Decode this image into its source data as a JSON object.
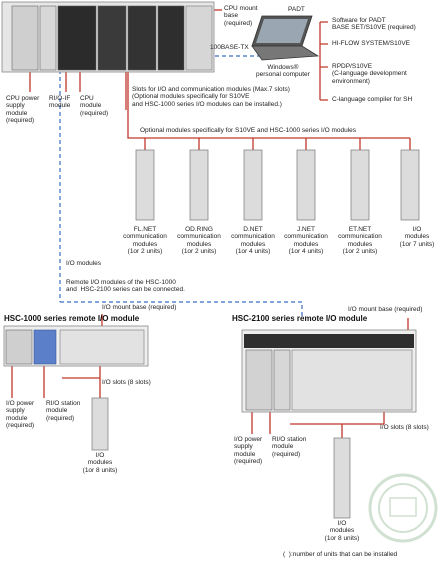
{
  "colors": {
    "accent": "#c0392b",
    "dashed": "#3a6fc4",
    "module_body": "#dcdcdc",
    "module_dark": "#2b2b2b",
    "rack_blue": "#5b7fc8",
    "label_text": "#222222"
  },
  "top": {
    "cpu_mount_base": "CPU mount\nbase\n(required)",
    "padt_title": "PADT",
    "pc_label": "Windows®\npersonal computer",
    "ethernet_label": "100BASE-TX",
    "software": [
      "Software for PADT\nBASE SET/S10VE (required)",
      "HI-FLOW SYSTEM/S10VE",
      "RPDP/S10VE\n(C-language development\nenvironment)",
      "C-language compiler for SH"
    ],
    "cpu_power": "CPU power\nsupply\nmodule\n(required)",
    "rio_if": "RI/O-IF\nmodule",
    "cpu_module": "CPU\nmodule\n(required)",
    "slots_note": "Slots for I/O and communication modules (Max.7 slots)\n(Optional modules specifically for S10VE\nand HSC-1000 series I/O modules can be installed.)",
    "optional_note": "Optional modules specifically for S10VE and HSC-1000 series I/O modules"
  },
  "optional_modules": [
    {
      "label": "FL.NET\ncommunication\nmodules\n(1or 2 units)"
    },
    {
      "label": "OD.RING\ncommunication\nmodules\n(1or 2 units)"
    },
    {
      "label": "D.NET\ncommunication\nmodules\n(1or 4 units)"
    },
    {
      "label": "J.NET\ncommunication\nmodules\n(1or 4 units)"
    },
    {
      "label": "ET.NET\ncommunication\nmodules\n(1or 2 units)"
    },
    {
      "label": "I/O\nmodules\n(1or 7 units)"
    }
  ],
  "middle": {
    "io_modules": "I/O modules",
    "remote_note": "Remote I/O modules of the HSC-1000\nand  HSC-2100 series can be connected."
  },
  "hsc1000": {
    "title": "HSC-1000 series remote I/O module",
    "mount_base": "I/O mount base (required)",
    "power": "I/O power\nsupply\nmodule\n(required)",
    "station": "RI/O station\nmodule\n(required)",
    "slots": "I/O slots (8 slots)",
    "io": "I/O\nmodules\n(1or 8 units)"
  },
  "hsc2100": {
    "title": "HSC-2100 series remote I/O module",
    "mount_base": "I/O mount base (required)",
    "power": "I/O power\nsupply\nmodule\n(required)",
    "station": "RI/O station\nmodule\n(required)",
    "slots": "I/O slots (8 slots)",
    "io": "I/O\nmodules\n(1or 8 units)"
  },
  "footnote": "(  ):number of units that can be installed"
}
